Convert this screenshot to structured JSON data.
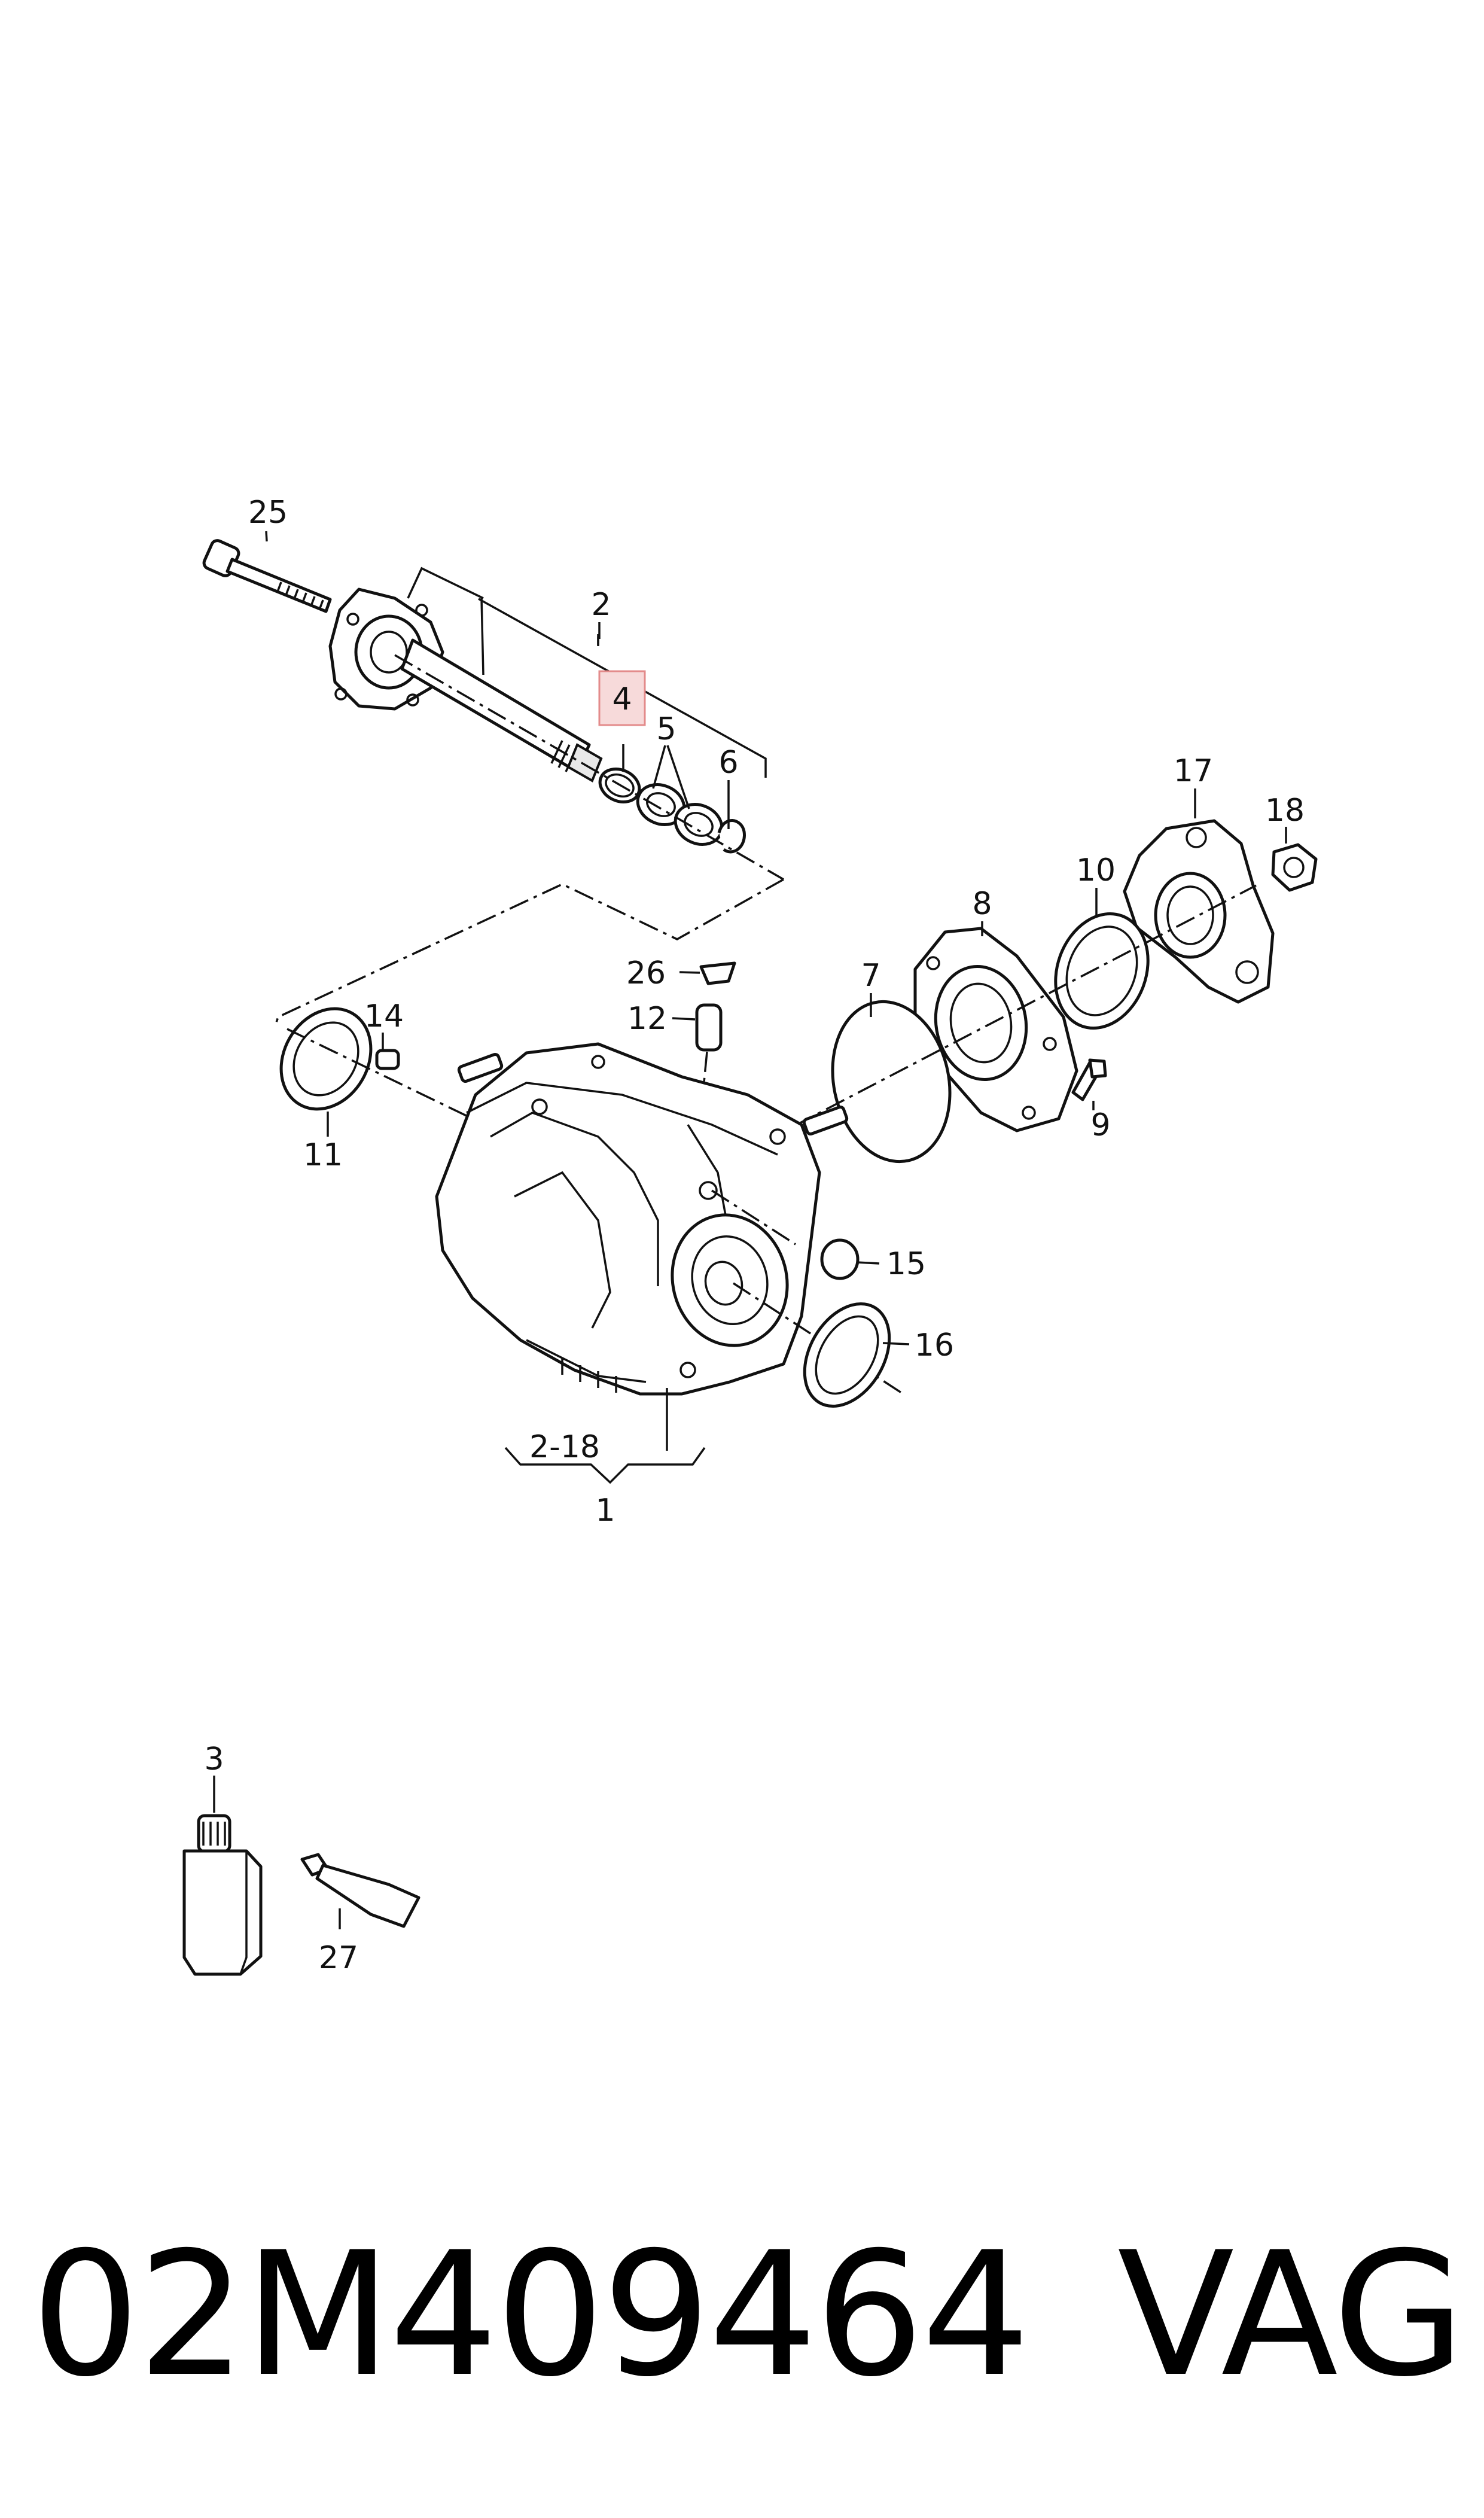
{
  "diagram": {
    "callouts": {
      "c25": "25",
      "c2": "2",
      "c4": "4",
      "c5": "5",
      "c6": "6",
      "c17": "17",
      "c18": "18",
      "c10": "10",
      "c8": "8",
      "c26": "26",
      "c12": "12",
      "c7": "7",
      "c14": "14",
      "c11": "11",
      "c9": "9",
      "c15": "15",
      "c16": "16",
      "c2_18": "2-18",
      "c1": "1",
      "c3": "3",
      "c27": "27"
    },
    "highlight": {
      "callout": "4",
      "fill": "#f7dada",
      "stroke": "#e38b8b"
    }
  },
  "footer": {
    "part_number": "02M409464",
    "brand": "VAG"
  }
}
